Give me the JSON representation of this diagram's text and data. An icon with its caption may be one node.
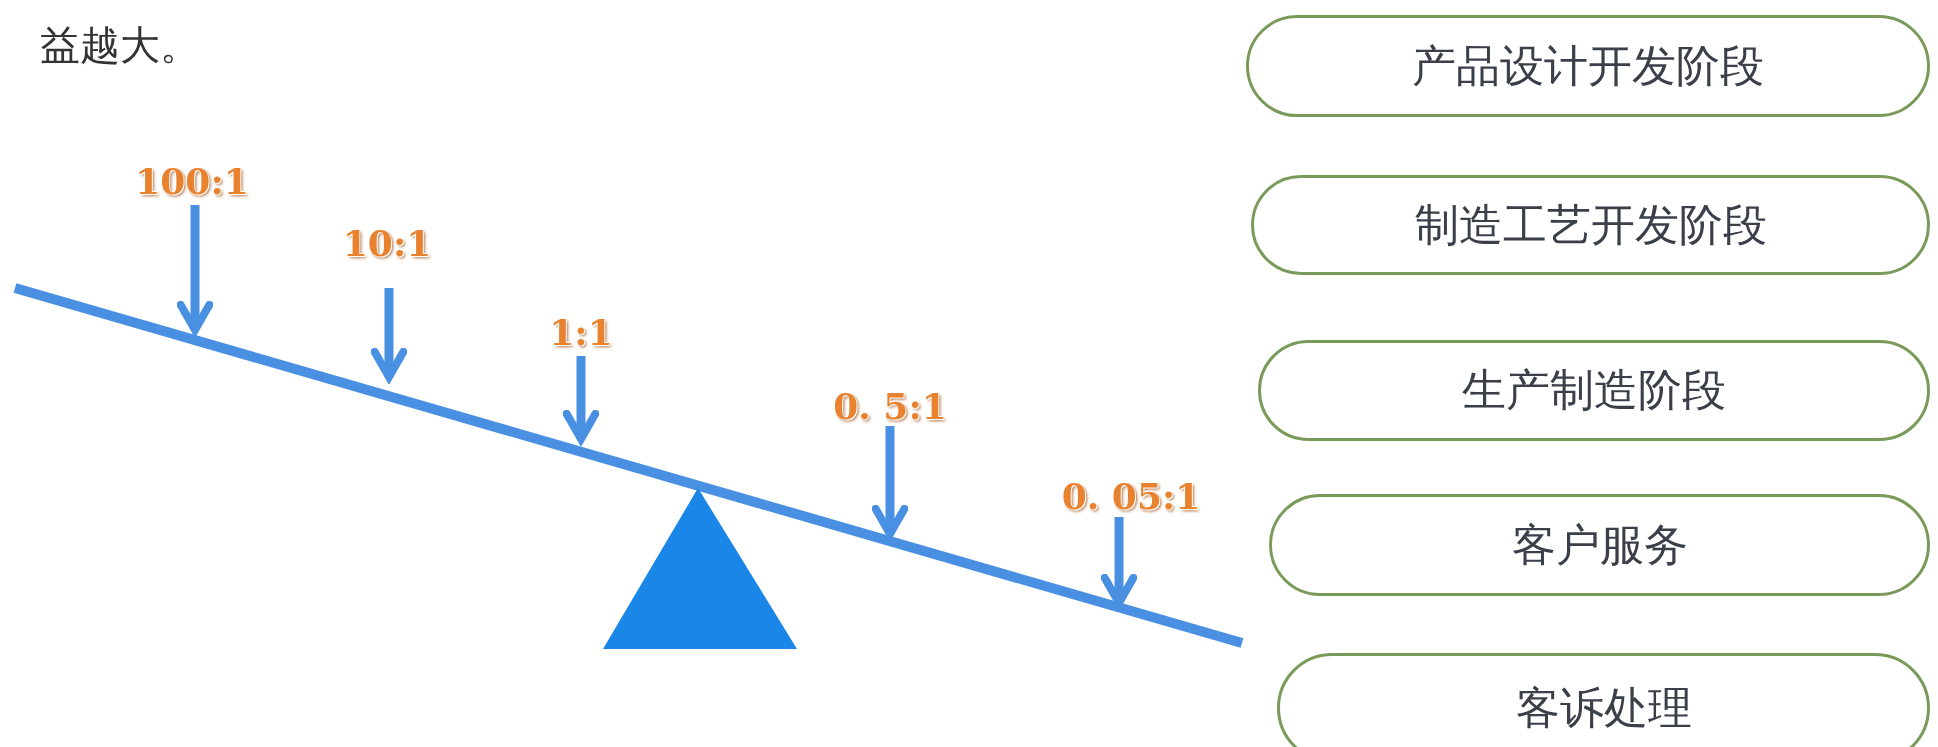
{
  "diagram": {
    "nodes": [
      {
        "text": [
          "产品设计开发阶段"
        ]
      },
      {
        "text": [
          "制造工艺开发阶段"
        ]
      },
      {
        "text": [
          "生产制造阶段"
        ]
      },
      {
        "text": [
          "客户服务"
        ]
      },
      {
        "text": [
          "客诉处理"
        ]
      }
    ],
    "labels": [
      "益越大。",
      "100:1",
      "10:1",
      "1:1",
      "0. 5:1",
      "0. 05:1"
    ]
  }
}
